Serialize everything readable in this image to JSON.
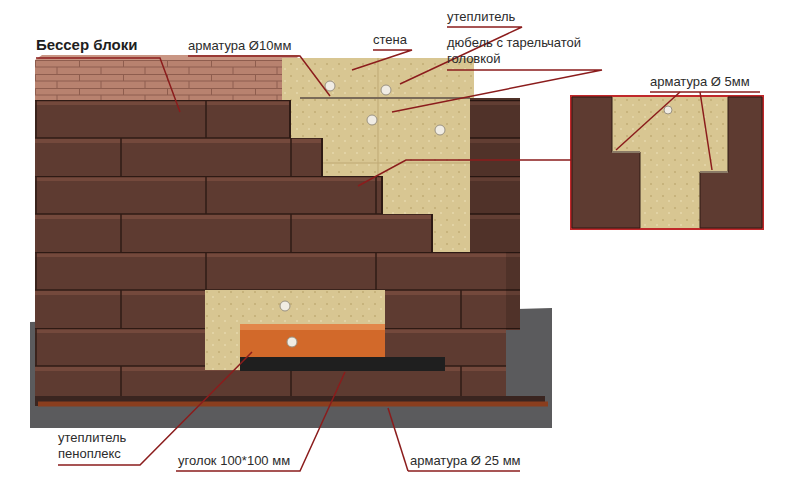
{
  "diagram": {
    "labels": [
      "Бессер блоки",
      "арматура Ø10мм",
      "стена",
      "утеплитель",
      "дюбель с тарельчатой головкой",
      "арматура Ø 5мм",
      "утеплитель пеноплекс",
      "уголок 100*100 мм",
      "арматура Ø 25 мм"
    ]
  }
}
